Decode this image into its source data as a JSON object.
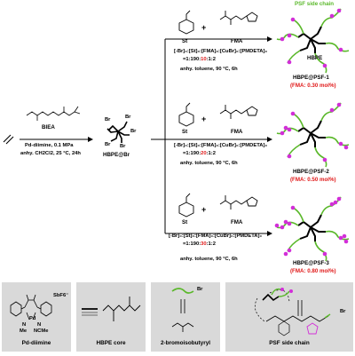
{
  "psf_side_chain_header": "PSF side chain",
  "reactants": {
    "left_monomer": "BIEA",
    "cond1": "Pd-diimine, 0.1 MPa",
    "cond2": "anhy. CH2Cl2, 25 °C, 24h",
    "intermediate": "HBPE@Br",
    "br": "Br"
  },
  "branches": [
    {
      "st_label": "St",
      "fma_label": "FMA",
      "ratio_line": "[-Br]₀:[St]₀:[FMA]₀:[CuBr]₀:[PMDETA]₀",
      "ratio_prefix": "=1:190:",
      "ratio_highlight": "10",
      "ratio_suffix": ":1:2",
      "cond": "anhy. toluene, 90 °C, 6h",
      "core_label": "HBPE",
      "product": "HBPE@PSF-1",
      "fma_text": "(FMA: 0.30 mol%)"
    },
    {
      "st_label": "St",
      "fma_label": "FMA",
      "ratio_line": "[-Br]₀:[St]₀:[FMA]₀:[CuBr]₀:[PMDETA]₀",
      "ratio_prefix": "=1:190:",
      "ratio_highlight": "20",
      "ratio_suffix": ":1:2",
      "cond": "anhy. toluene, 90 °C, 6h",
      "product": "HBPE@PSF-2",
      "fma_text": "(FMA: 0.50 mol%)"
    },
    {
      "st_label": "St",
      "fma_label": "FMA",
      "ratio_line": "[-Br]₀:[St]₀:[FMA]₀:[CuBr]₀:[PMDETA]₀",
      "ratio_prefix": "=1:190:",
      "ratio_highlight": "30",
      "ratio_suffix": ":1:2",
      "cond": "anhy. toluene, 90 °C, 6h",
      "product": "HBPE@PSF-3",
      "fma_text": "(FMA: 0.80 mol%)"
    }
  ],
  "legend": {
    "pd_diimine": "Pd-diimine",
    "hbpe_core": "HBPE core",
    "bromoisobutyryl": "2-bromoisobutyryl",
    "psf_side_chain": "PSF side chain",
    "sbf6": "SbF6⁻",
    "pd": "Pd",
    "me": "Me",
    "ncme": "NCMe",
    "n": "N",
    "br": "Br",
    "plus": "⊕"
  },
  "colors": {
    "green": "#5ab82a",
    "magenta": "#d22ed8",
    "red": "#e01818",
    "legend_bg": "#d9d9d9"
  }
}
